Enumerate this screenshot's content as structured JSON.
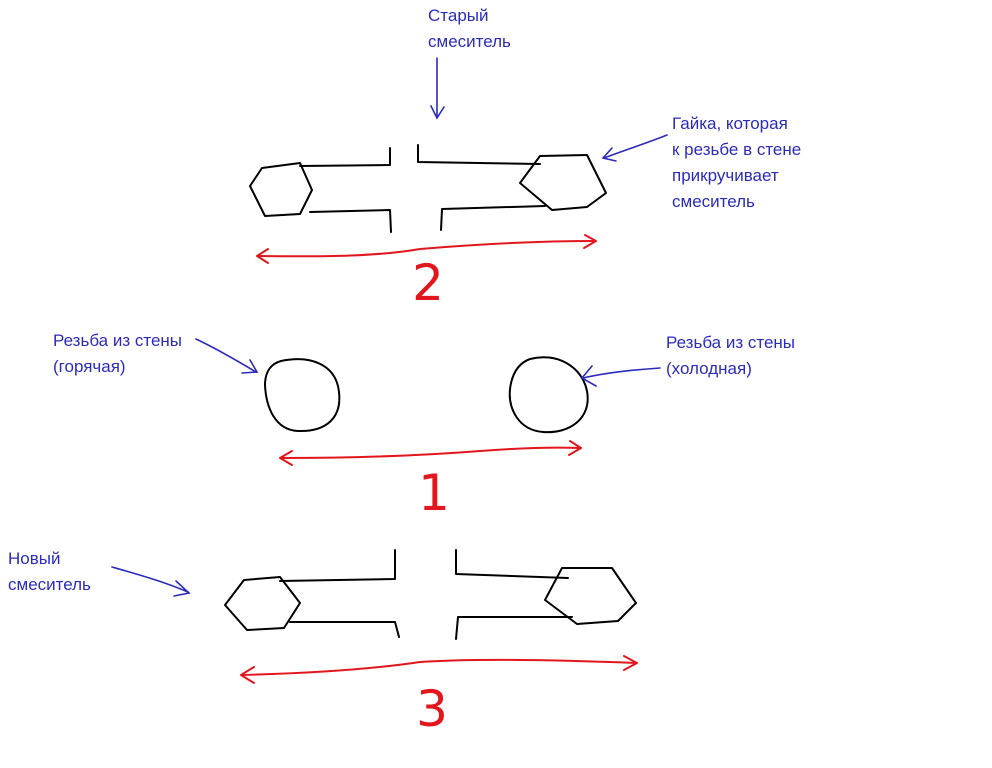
{
  "colors": {
    "ink": "#000000",
    "label": "#2b2bbb",
    "dimension": "#e2161d",
    "background": "#ffffff"
  },
  "labels": {
    "old_mixer": [
      "Старый",
      "смеситель"
    ],
    "nut": [
      "Гайка, которая",
      "к резьбе в стене",
      "прикручивает",
      "смеситель"
    ],
    "thread_hot": [
      "Резьба из стены",
      "(горячая)"
    ],
    "thread_cold": [
      "Резьба из стены",
      "(холодная)"
    ],
    "new_mixer": [
      "Новый",
      "смеситель"
    ]
  },
  "dimensions": {
    "old_mixer_span": "2",
    "thread_span": "1",
    "new_mixer_span": "3"
  }
}
